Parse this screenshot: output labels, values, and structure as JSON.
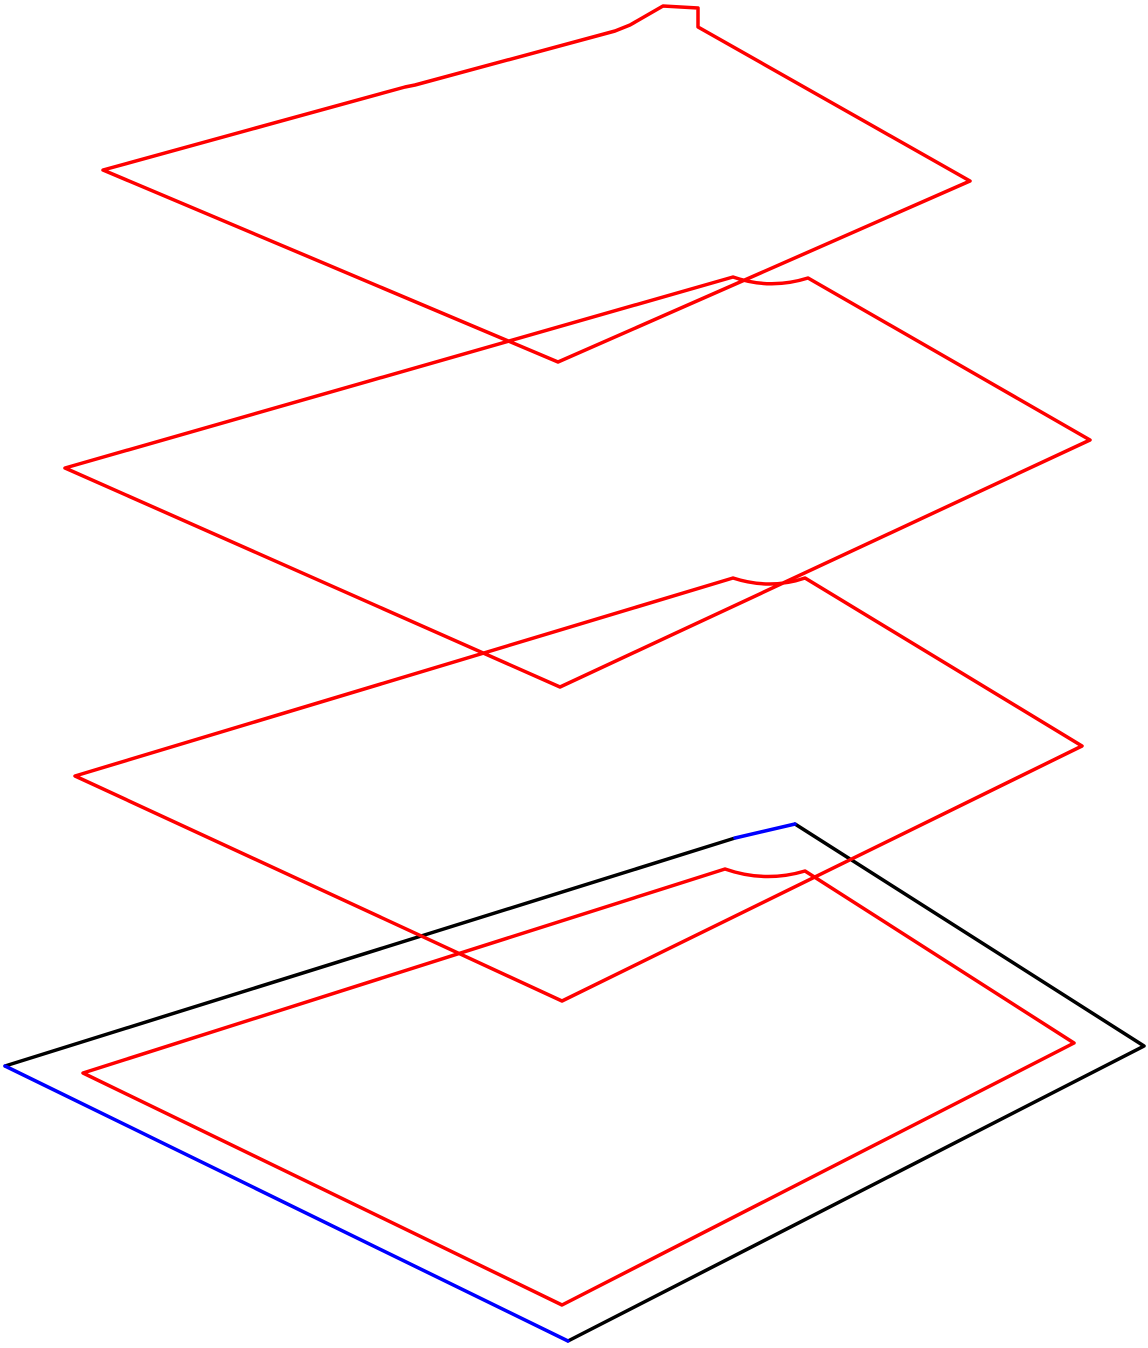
{
  "diagram": {
    "description_visible_text": "",
    "layer_count": 4,
    "colors": {
      "layer_outline": "#ff0000",
      "base_outline": "#000000",
      "base_highlight": "#0000ff",
      "background": "#ffffff"
    },
    "layers": [
      {
        "id": "layer-1",
        "role": "upper layer outline",
        "color_key": "layer_outline"
      },
      {
        "id": "layer-2",
        "role": "layer outline",
        "color_key": "layer_outline"
      },
      {
        "id": "layer-3",
        "role": "layer outline",
        "color_key": "layer_outline"
      },
      {
        "id": "layer-4",
        "role": "bottom layer outline",
        "color_key": "layer_outline"
      }
    ],
    "base": {
      "outline_color_key": "base_outline",
      "highlight_color_key": "base_highlight"
    }
  }
}
